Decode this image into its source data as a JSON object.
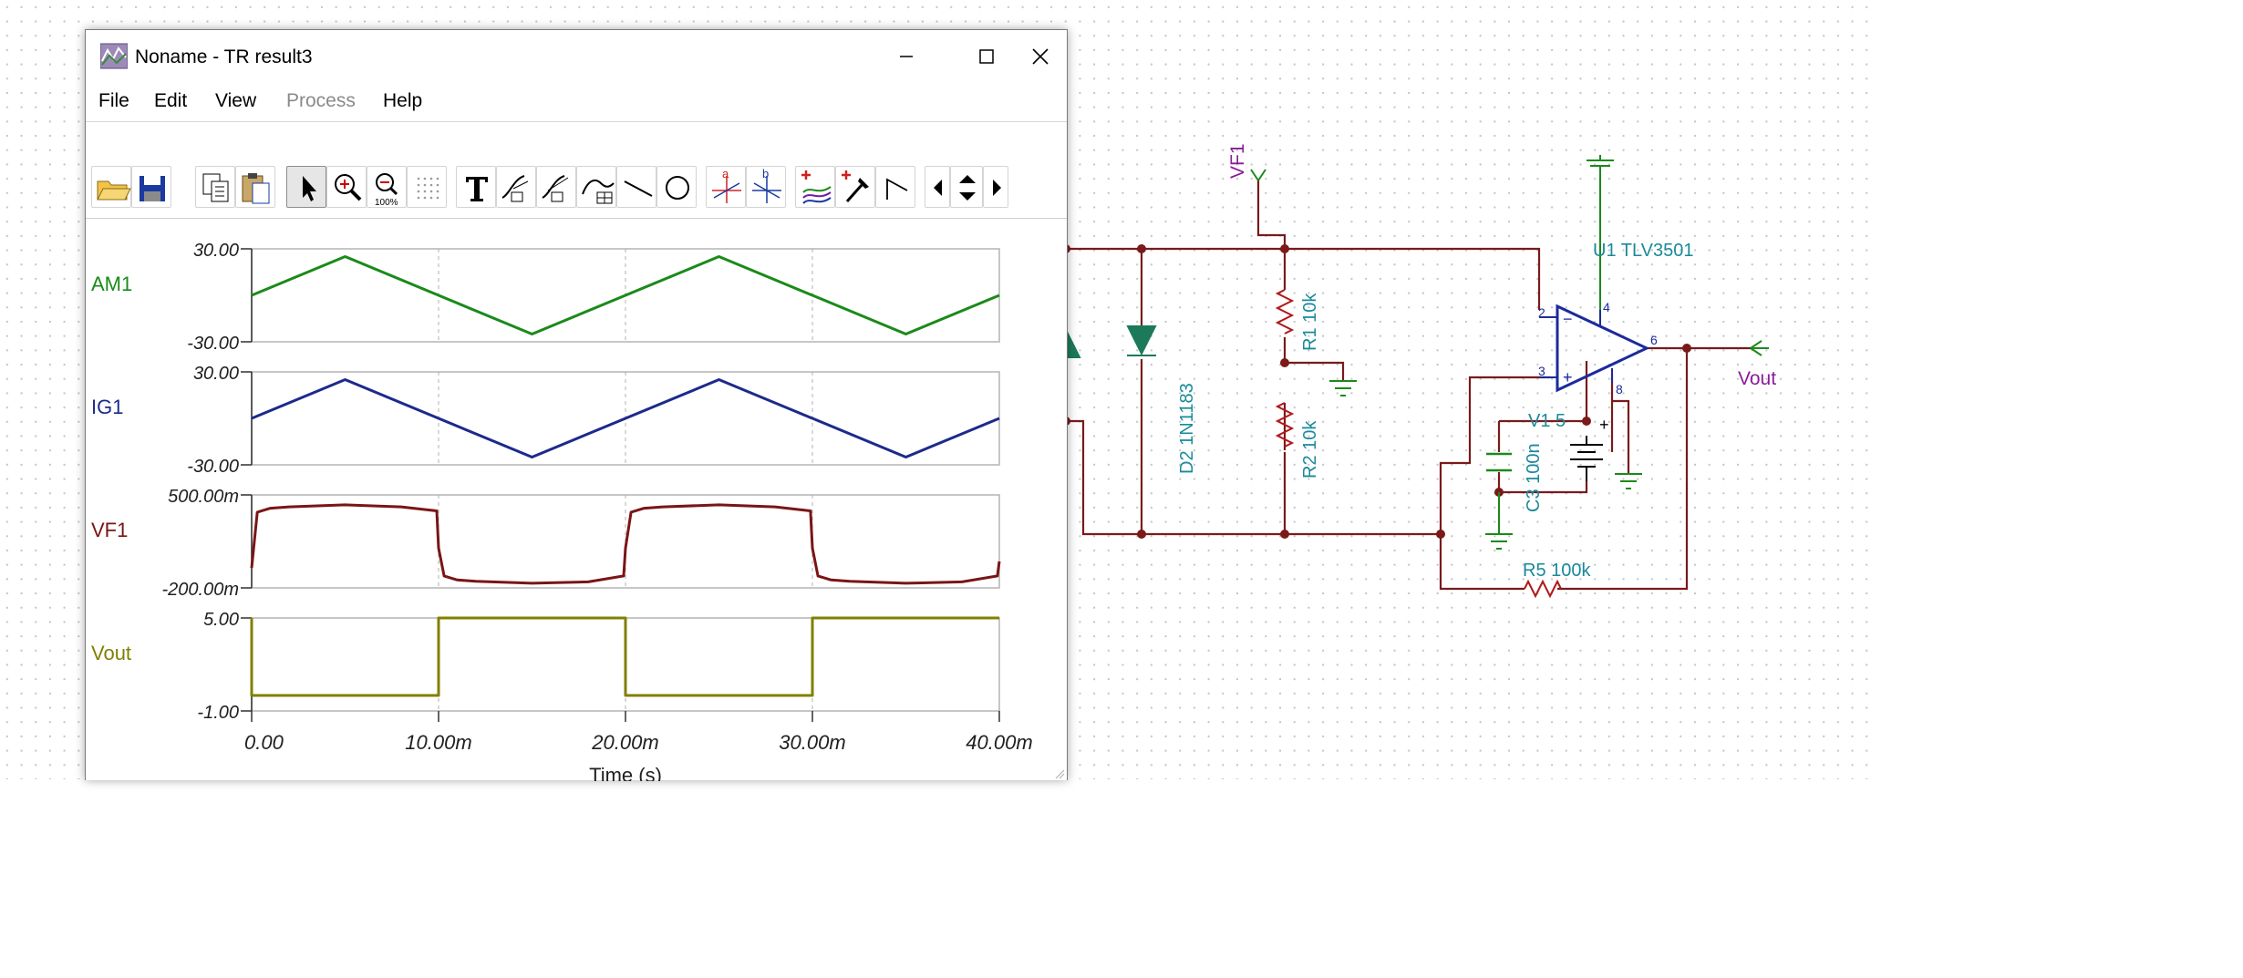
{
  "window": {
    "title": "Noname - TR result3",
    "controls": {
      "minimize": "minimize",
      "maximize": "maximize",
      "close": "close"
    }
  },
  "menu": [
    {
      "label": "File",
      "enabled": true
    },
    {
      "label": "Edit",
      "enabled": true
    },
    {
      "label": "View",
      "enabled": true
    },
    {
      "label": "Process",
      "enabled": false
    },
    {
      "label": "Help",
      "enabled": true
    }
  ],
  "toolbar": {
    "buttons": [
      {
        "name": "open-icon",
        "pressed": false
      },
      {
        "name": "save-icon",
        "pressed": false
      },
      {
        "name": "copy-icon",
        "pressed": false
      },
      {
        "name": "paste-icon",
        "pressed": false
      },
      {
        "name": "pointer-icon",
        "pressed": true
      },
      {
        "name": "zoom-in-icon",
        "pressed": false
      },
      {
        "name": "zoom-100-icon",
        "pressed": false
      },
      {
        "name": "grid-icon",
        "pressed": false
      },
      {
        "name": "text-icon",
        "pressed": false
      },
      {
        "name": "curve-label-icon",
        "pressed": false
      },
      {
        "name": "curve-label-2-icon",
        "pressed": false
      },
      {
        "name": "curve-table-icon",
        "pressed": false
      },
      {
        "name": "line-icon",
        "pressed": false
      },
      {
        "name": "circle-icon",
        "pressed": false
      },
      {
        "name": "cursor-a-icon",
        "pressed": false
      },
      {
        "name": "cursor-b-icon",
        "pressed": false
      },
      {
        "name": "add-curve-icon",
        "pressed": false
      },
      {
        "name": "pick-curve-icon",
        "pressed": false
      },
      {
        "name": "step-line-icon",
        "pressed": false
      },
      {
        "name": "scroll-left-icon",
        "pressed": false
      },
      {
        "name": "scroll-updown-icon",
        "pressed": false
      },
      {
        "name": "scroll-right-icon",
        "pressed": false
      }
    ]
  },
  "chart_data": {
    "type": "line",
    "xlabel": "Time (s)",
    "xlim": [
      0,
      0.04
    ],
    "xticks": [
      0,
      0.01,
      0.02,
      0.03,
      0.04
    ],
    "xtick_labels": [
      "0.00",
      "10.00m",
      "20.00m",
      "30.00m",
      "40.00m"
    ],
    "grid": "vertical dashed",
    "panels": [
      {
        "name": "AM1",
        "color": "#1a8a1a",
        "ylim": [
          -30,
          30
        ],
        "ytick_labels": [
          "30.00",
          "-30.00"
        ],
        "x": [
          0,
          0.005,
          0.015,
          0.025,
          0.035,
          0.04
        ],
        "y": [
          0,
          25,
          -25,
          25,
          -25,
          0
        ]
      },
      {
        "name": "IG1",
        "color": "#1c2a8c",
        "ylim": [
          -30,
          30
        ],
        "ytick_labels": [
          "30.00",
          "-30.00"
        ],
        "x": [
          0,
          0.005,
          0.015,
          0.025,
          0.035,
          0.04
        ],
        "y": [
          0,
          25,
          -25,
          25,
          -25,
          0
        ]
      },
      {
        "name": "VF1",
        "color": "#7a1515",
        "ylim": [
          -0.2,
          0.5
        ],
        "ytick_labels": [
          "500.00m",
          "-200.00m"
        ],
        "x": [
          0,
          0.0003,
          0.001,
          0.002,
          0.005,
          0.008,
          0.0099,
          0.01,
          0.0103,
          0.011,
          0.012,
          0.015,
          0.018,
          0.0199,
          0.02,
          0.0203,
          0.021,
          0.022,
          0.025,
          0.028,
          0.0299,
          0.03,
          0.0303,
          0.031,
          0.032,
          0.035,
          0.038,
          0.0399,
          0.04
        ],
        "y": [
          -0.05,
          0.37,
          0.4,
          0.41,
          0.425,
          0.41,
          0.38,
          0.1,
          -0.11,
          -0.14,
          -0.15,
          -0.165,
          -0.155,
          -0.11,
          0.1,
          0.37,
          0.4,
          0.41,
          0.425,
          0.41,
          0.38,
          0.1,
          -0.11,
          -0.14,
          -0.15,
          -0.165,
          -0.155,
          -0.11,
          0.0
        ]
      },
      {
        "name": "Vout",
        "color": "#808000",
        "ylim": [
          -1,
          5
        ],
        "ytick_labels": [
          "5.00",
          "-1.00"
        ],
        "x": [
          0,
          0,
          0.01,
          0.01,
          0.02,
          0.02,
          0.03,
          0.03,
          0.04
        ],
        "y": [
          5,
          0,
          0,
          5,
          5,
          0,
          0,
          5,
          5
        ]
      }
    ]
  },
  "schematic": {
    "labels": {
      "vf1": "VF1",
      "vout": "Vout",
      "u1": "U1 TLV3501",
      "d2": "D2 1N1183",
      "r1": "R1 10k",
      "r2": "R2 10k",
      "v1": "V1 5",
      "c3": "C3 100n",
      "r5": "R5 100k"
    },
    "pins": {
      "p2": "2",
      "p3": "3",
      "p4": "4",
      "p6": "6",
      "p8": "8",
      "minus": "−",
      "plus": "+"
    }
  }
}
